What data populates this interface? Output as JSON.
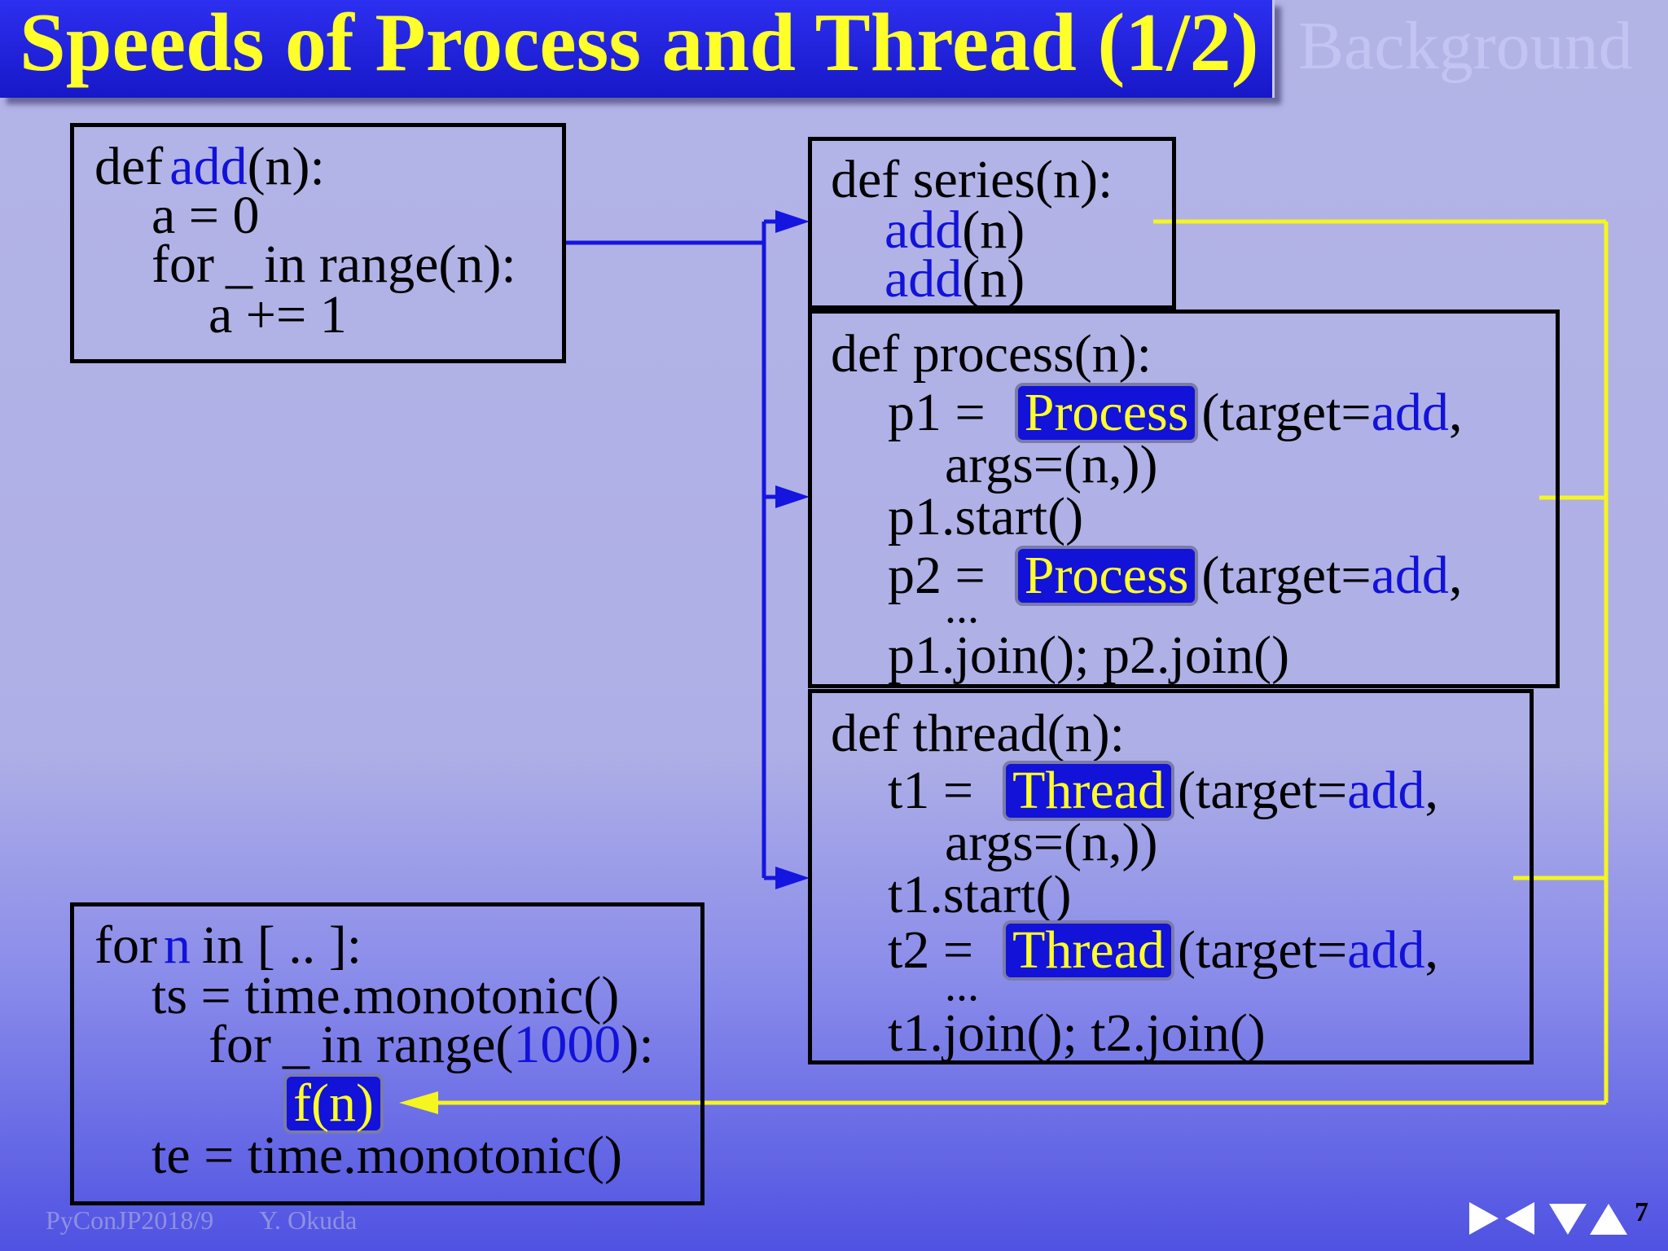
{
  "title": "Speeds of Process and Thread (1/2)",
  "section": "Background",
  "add_box": {
    "line1_def": "def",
    "line1_name": "add",
    "line1_args": "(n):",
    "line2": "a = 0",
    "line3_a": "for",
    "line3_u": "_",
    "line3_b": "in range(n):",
    "line4": "a += 1"
  },
  "series_box": {
    "line1": "def series(n):",
    "call_name": "add",
    "call_args": "(n)"
  },
  "process_box": {
    "line1": "def process(n):",
    "p1_prefix": "p1 =",
    "class_name": "Process",
    "target_prefix": "(target=",
    "target_name": "add",
    "target_suffix": ",",
    "args": "args=(n,))",
    "start": "p1.start()",
    "p2_prefix": "p2 =",
    "ellipsis": "...",
    "join": "p1.join(); p2.join()"
  },
  "thread_box": {
    "line1": "def thread(n):",
    "t1_prefix": "t1 =",
    "class_name": "Thread",
    "target_prefix": "(target=",
    "target_name": "add",
    "target_suffix": ",",
    "args": "args=(n,))",
    "start": "t1.start()",
    "t2_prefix": "t2 =",
    "ellipsis": "...",
    "join": "t1.join(); t2.join()"
  },
  "loop_box": {
    "line1_a": "for",
    "line1_n": "n",
    "line1_b": "in [ .. ]:",
    "line2": "ts = time.monotonic()",
    "line3_a": "for",
    "line3_u": "_",
    "line3_b": "in range(",
    "line3_num": "1000",
    "line3_c": "):",
    "call": "f(n)",
    "line5": "te = time.monotonic()"
  },
  "footer": {
    "event": "PyConJP2018/9",
    "author": "Y. Okuda",
    "page": "7"
  },
  "colors": {
    "highlight_bg": "#1212d9",
    "highlight_text": "#ffff2a",
    "arrow_blue": "#1515e0",
    "arrow_yellow": "#f5f520"
  }
}
